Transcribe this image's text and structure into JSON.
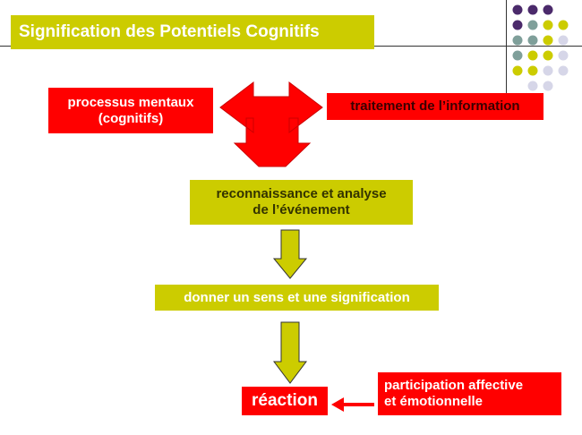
{
  "title": "Signification des Potentiels Cognitifs",
  "nodes": {
    "processus": "processus mentaux\n(cognitifs)",
    "traitement": "traitement de l’information",
    "reconnaissance": "reconnaissance et analyse\nde l’événement",
    "sens": "donner un sens et une signification",
    "reaction": "réaction",
    "participation": "participation affective\net émotionnelle"
  },
  "colors": {
    "red": "#ff0000",
    "olive": "#cccc00",
    "purple": "#4b2a6b",
    "teal": "#7f9f9a",
    "lavender": "#d6d6e8",
    "white_text": "#ffffff"
  },
  "decoration": {
    "dot_grid": [
      [
        "purple",
        "purple",
        "purple",
        null
      ],
      [
        "purple",
        "teal",
        "olive",
        "olive"
      ],
      [
        "teal",
        "teal",
        "olive",
        "lavender"
      ],
      [
        "teal",
        "olive",
        "olive",
        "lavender"
      ],
      [
        "olive",
        "olive",
        "lavender",
        "lavender"
      ],
      [
        null,
        "lavender",
        "lavender",
        null
      ]
    ]
  }
}
